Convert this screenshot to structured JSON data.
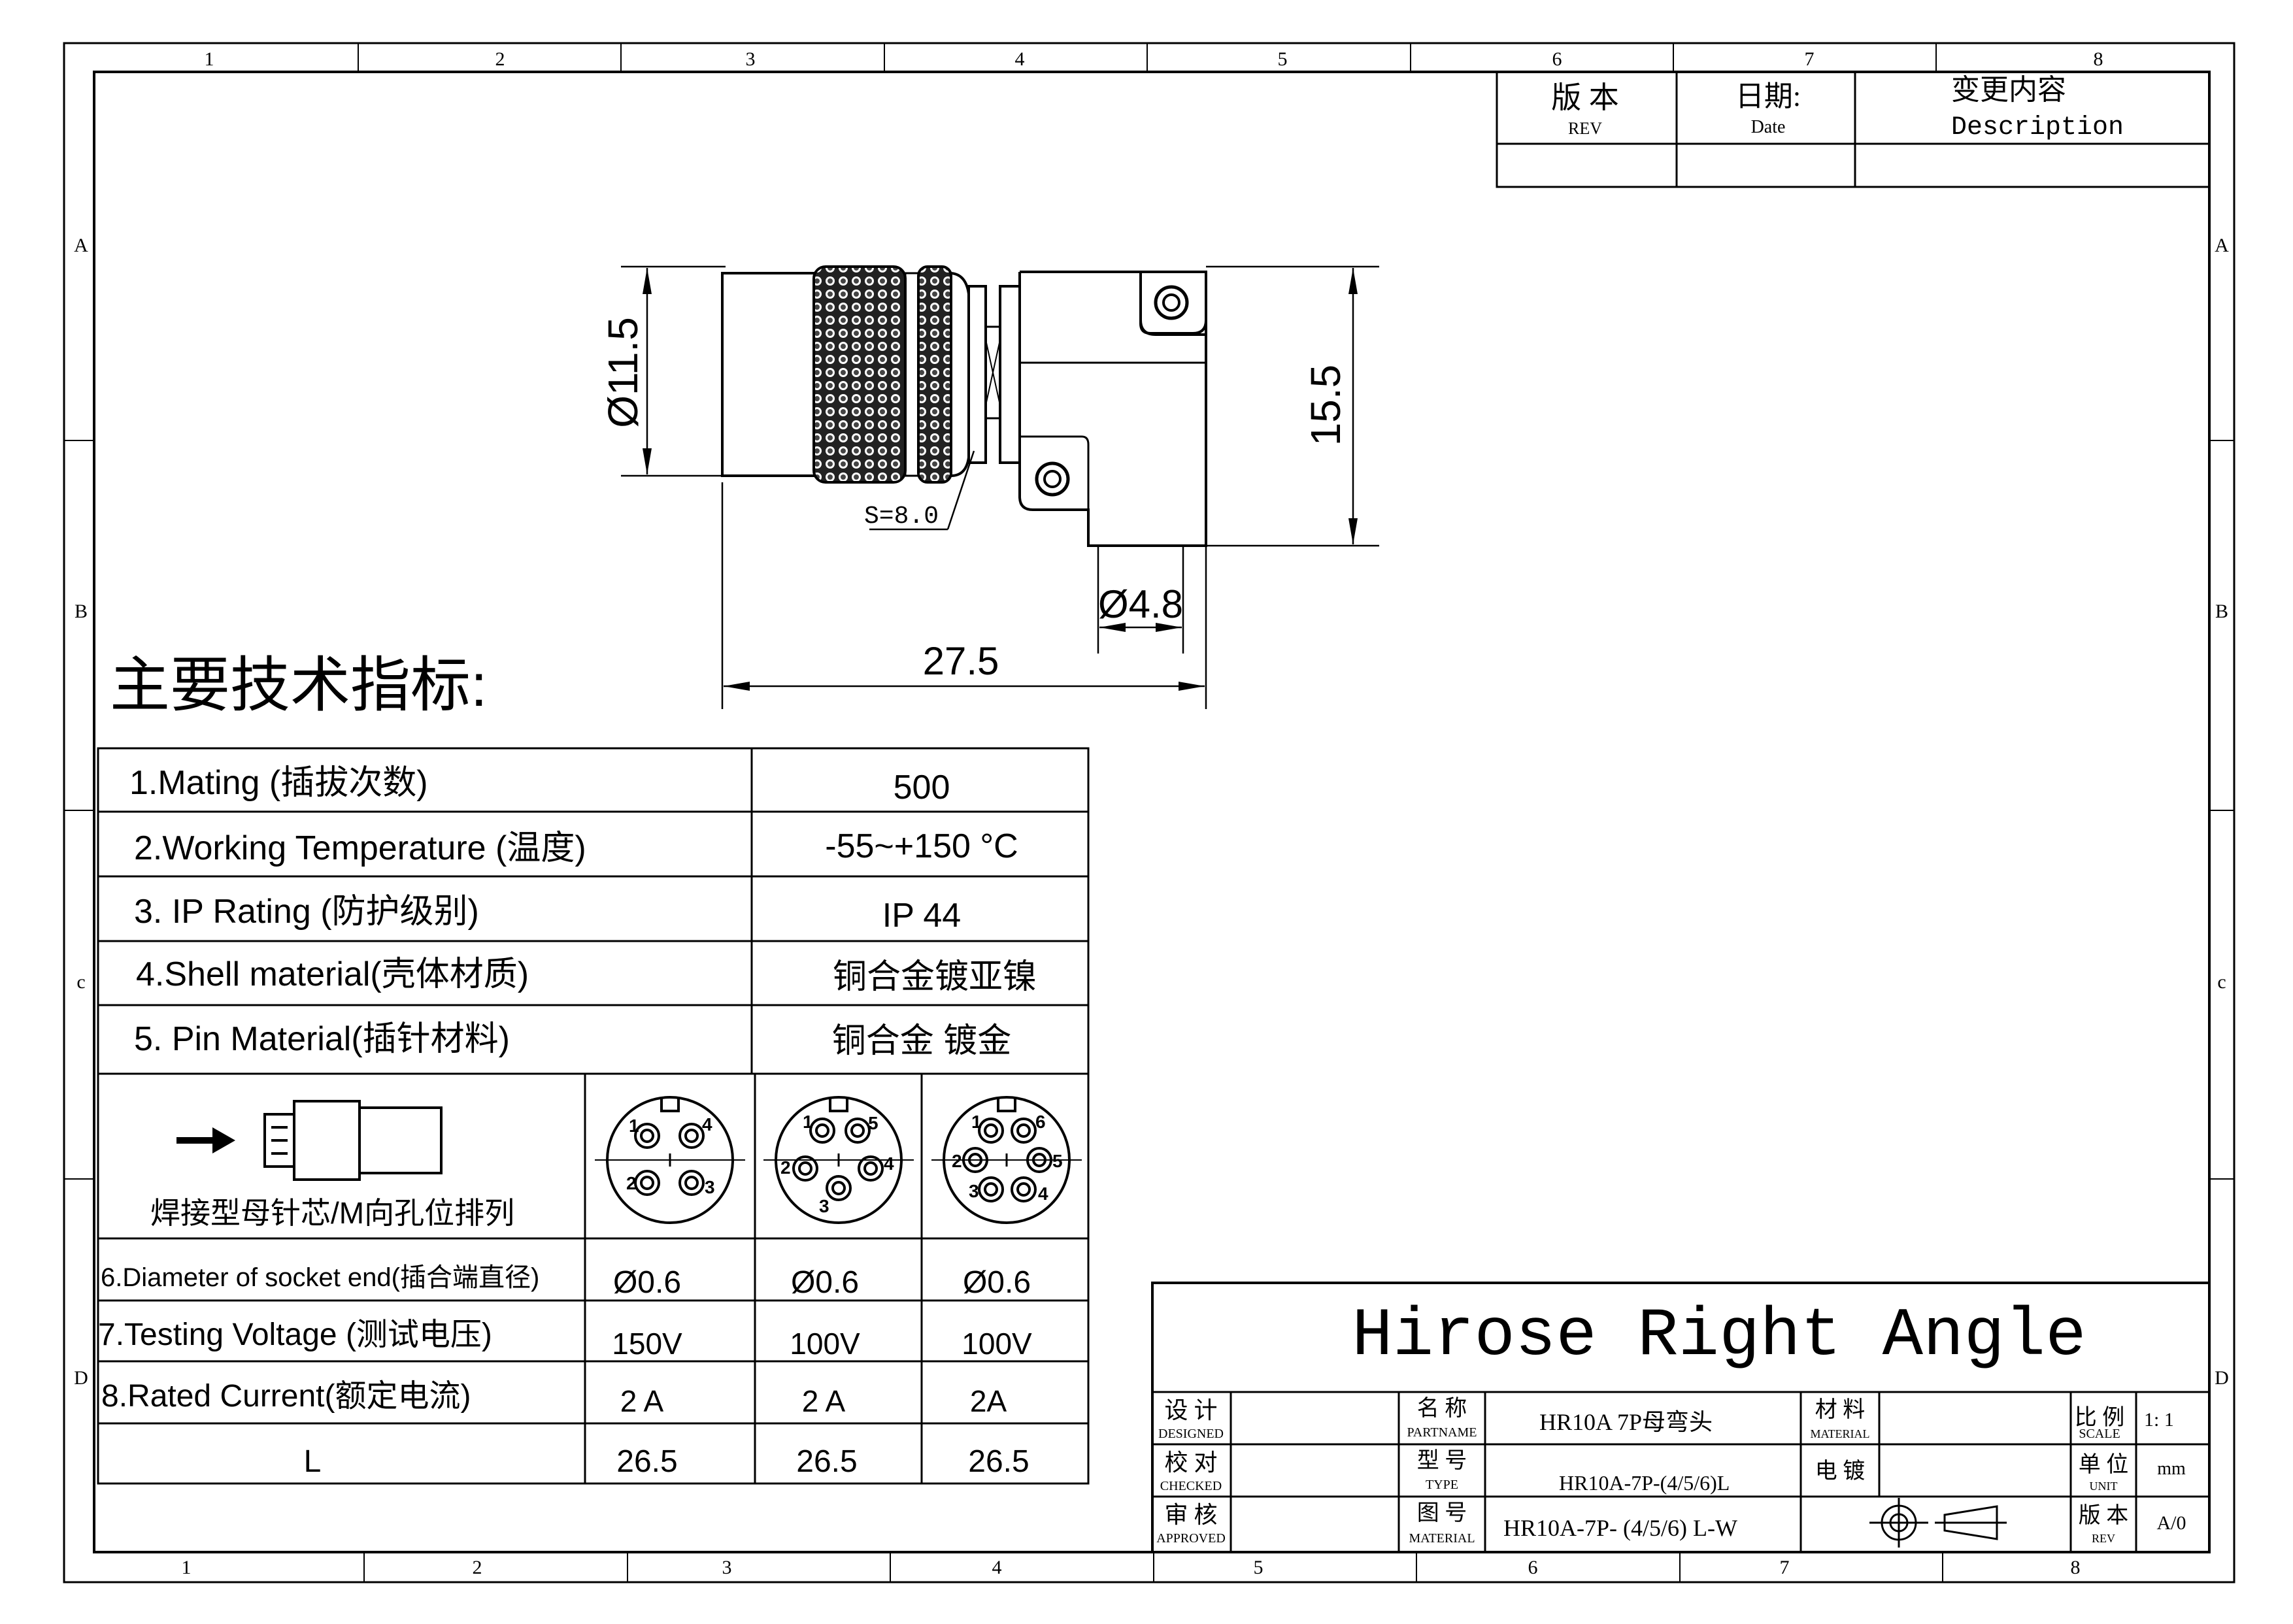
{
  "frame": {
    "zones_top": [
      "1",
      "2",
      "3",
      "4",
      "5",
      "6",
      "7",
      "8"
    ],
    "zones_side": [
      "A",
      "B",
      "c",
      "D"
    ]
  },
  "revision_block": {
    "rev_cn": "版 本",
    "rev_en": "REV",
    "date_cn": "日期:",
    "date_en": "Date",
    "desc_cn": "变更内容",
    "desc_en": "Description"
  },
  "drawing": {
    "dim_diameter": "Ø11.5",
    "dim_height": "15.5",
    "dim_wrench": "S=8.0",
    "dim_outlet": "Ø4.8",
    "dim_length": "27.5"
  },
  "specs": {
    "heading": "主要技术指标:",
    "rows": [
      {
        "label": "1.Mating (插拔次数)",
        "value": "500"
      },
      {
        "label": "2.Working Temperature (温度)",
        "value": "-55~+150 °C"
      },
      {
        "label": "3. IP Rating (防护级别)",
        "value": "IP 44"
      },
      {
        "label": "4.Shell material(壳体材质)",
        "value": "铜合金镀亚镍"
      },
      {
        "label": "5. Pin Material(插针材料)",
        "value": "铜合金 镀金"
      }
    ],
    "pin_caption": "焊接型母针芯/M向孔位排列",
    "pin_layouts": [
      {
        "labels": [
          "1",
          "4",
          "2",
          "3"
        ]
      },
      {
        "labels": [
          "1",
          "5",
          "2",
          "4",
          "3"
        ]
      },
      {
        "labels": [
          "1",
          "6",
          "2",
          "5",
          "3",
          "4"
        ]
      }
    ],
    "perf_rows": [
      {
        "label": "6.Diameter of socket end(插合端直径)",
        "values": [
          "Ø0.6",
          "Ø0.6",
          "Ø0.6"
        ]
      },
      {
        "label": "7.Testing Voltage (测试电压)",
        "values": [
          "150V",
          "100V",
          "100V"
        ]
      },
      {
        "label": "8.Rated Current(额定电流)",
        "values": [
          "2 A",
          "2 A",
          "2A"
        ]
      },
      {
        "label": "L",
        "values": [
          "26.5",
          "26.5",
          "26.5"
        ]
      }
    ]
  },
  "title_block": {
    "title": "Hirose Right Angle",
    "designed_cn": "设 计",
    "designed_en": "DESIGNED",
    "checked_cn": "校 对",
    "checked_en": "CHECKED",
    "approved_cn": "审 核",
    "approved_en": "APPROVED",
    "partname_cn": "名 称",
    "partname_en": "PARTNAME",
    "partname_value": "HR10A 7P母弯头",
    "type_cn": "型 号",
    "type_en": "TYPE",
    "type_value": "HR10A-7P-(4/5/6)L",
    "drawno_cn": "图 号",
    "drawno_en": "MATERIAL",
    "drawno_value": "HR10A-7P- (4/5/6) L-W",
    "material_cn": "材 料",
    "material_en": "MATERIAL",
    "plating_cn": "电 镀",
    "scale_cn": "比 例",
    "scale_en": "SCALE",
    "scale_value": "1: 1",
    "unit_cn": "单 位",
    "unit_en": "UNIT",
    "unit_value": "mm",
    "rev_cn": "版 本",
    "rev_en": "REV",
    "rev_value": "A/0"
  }
}
